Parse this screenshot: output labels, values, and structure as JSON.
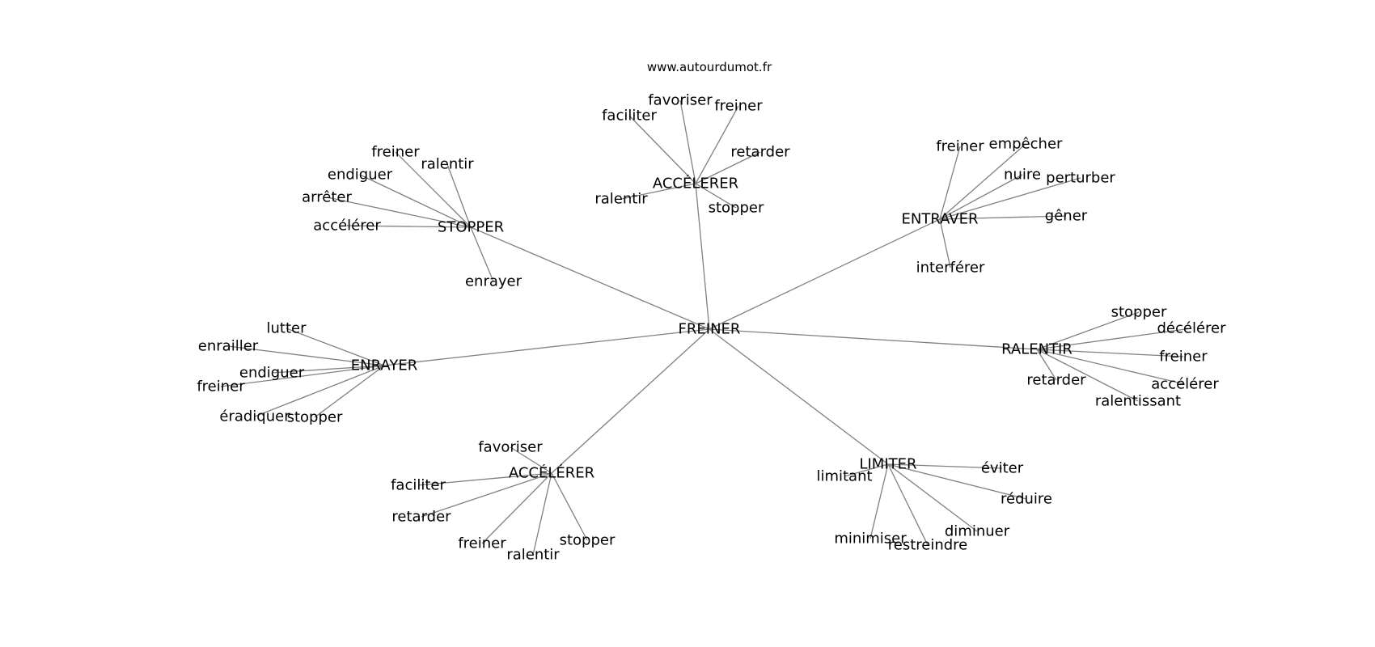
{
  "source_text": "www.autourdumot.fr",
  "center": {
    "label": "FREINER"
  },
  "groups": [
    {
      "label": "STOPPER",
      "leaves": [
        "freiner",
        "ralentir",
        "endiguer",
        "arrêter",
        "accélérer",
        "enrayer"
      ]
    },
    {
      "label": "ACCÉLERER",
      "leaves": [
        "favoriser",
        "freiner",
        "faciliter",
        "retarder",
        "ralentir",
        "stopper"
      ]
    },
    {
      "label": "ENTRAVER",
      "leaves": [
        "freiner",
        "empêcher",
        "nuire",
        "perturber",
        "gêner",
        "interférer"
      ]
    },
    {
      "label": "ENRAYER",
      "leaves": [
        "lutter",
        "enrailler",
        "endiguer",
        "freiner",
        "éradiquer",
        "stopper"
      ]
    },
    {
      "label": "RALENTIR",
      "leaves": [
        "stopper",
        "décélérer",
        "freiner",
        "retarder",
        "accélérer",
        "ralentissant"
      ]
    },
    {
      "label": "ACCÉLÉRER",
      "leaves": [
        "favoriser",
        "faciliter",
        "retarder",
        "freiner",
        "ralentir",
        "stopper"
      ]
    },
    {
      "label": "LIMITER",
      "leaves": [
        "limitant",
        "éviter",
        "réduire",
        "diminuer",
        "minimiser",
        "restreindre"
      ]
    }
  ]
}
